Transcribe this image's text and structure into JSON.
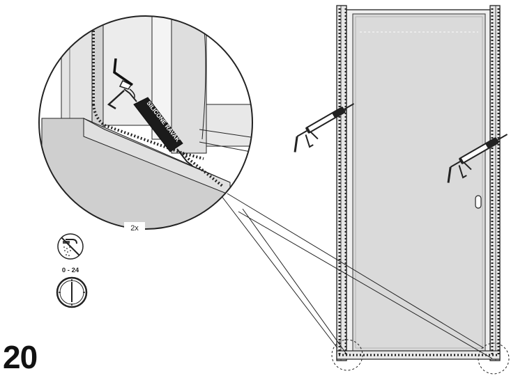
{
  "step": {
    "number": "20"
  },
  "detail": {
    "multiplier": "2x"
  },
  "cure_time": {
    "hours": "0 - 24"
  },
  "product": {
    "cartridge_label": "SILICONE RAVAK"
  },
  "icons": {
    "shower_forbidden": "no-shower-icon",
    "clock": "clock-icon",
    "silicone_gun": "silicone-gun-icon"
  },
  "colors": {
    "line": "#222222",
    "glass": "#d9d9d9",
    "frame": "#c8c8c8",
    "cartridge": "#1a1a1a"
  }
}
